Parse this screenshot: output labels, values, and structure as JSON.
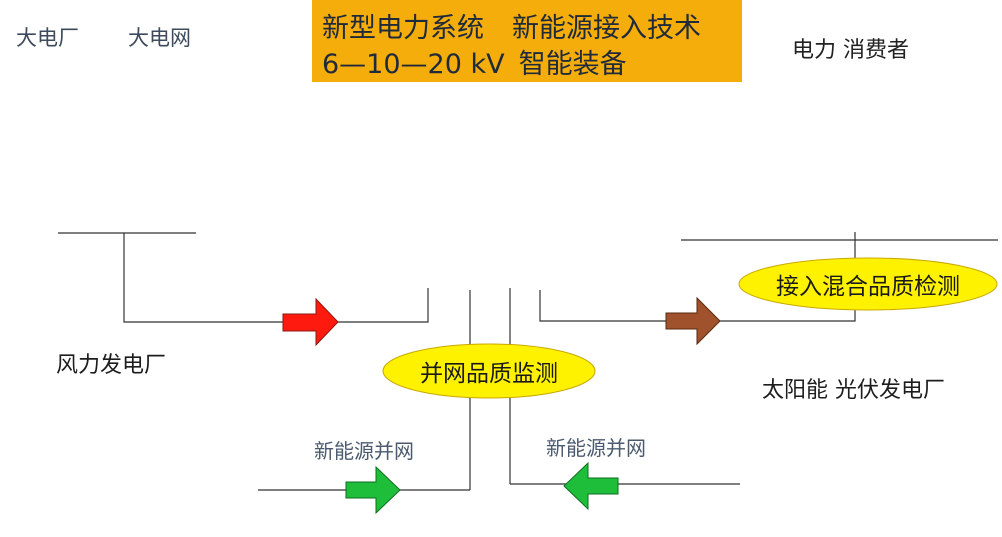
{
  "header": {
    "left_label_1": "大电厂",
    "left_label_2": "大电网",
    "title_line1_part1": "新型电力系统",
    "title_line1_part2": "新能源接入技术",
    "title_line2_part1": "6—10—20 kV",
    "title_line2_part2": "智能装备",
    "right_label": "电力 消费者"
  },
  "nodes": {
    "wind_plant": "风力发电厂",
    "solar_plant": "太阳能 光伏发电厂",
    "grid_quality": "并网品质监测",
    "hybrid_quality": "接入混合品质检测"
  },
  "flows": {
    "left_grid_connection": "新能源并网",
    "right_grid_connection": "新能源并网"
  },
  "colors": {
    "title_box": "#f4ad0a",
    "ellipse_fill": "#fff200",
    "arrow_red": "#ff1a0f",
    "arrow_brown": "#a0522d",
    "arrow_green": "#1fbe3a"
  }
}
